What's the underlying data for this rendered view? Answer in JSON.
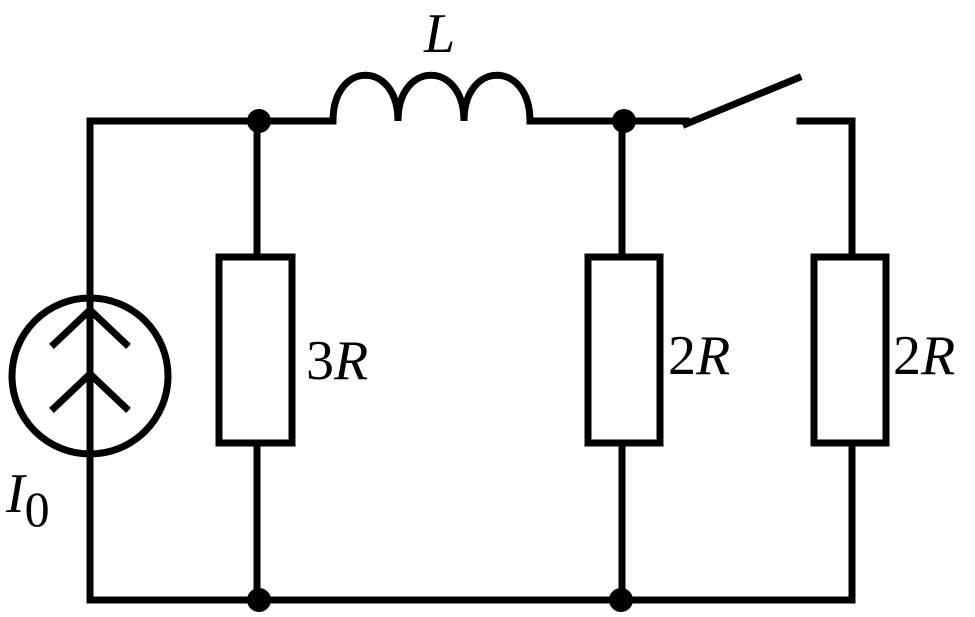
{
  "diagram": {
    "labels": {
      "inductor": "L",
      "source_symbol": "I",
      "source_subscript": "0",
      "resistor_left_coeff": "3",
      "resistor_left_sym": "R",
      "resistor_mid_coeff": "2",
      "resistor_mid_sym": "R",
      "resistor_right_coeff": "2",
      "resistor_right_sym": "R"
    },
    "colors": {
      "stroke": "#000000",
      "background": "#ffffff"
    }
  }
}
